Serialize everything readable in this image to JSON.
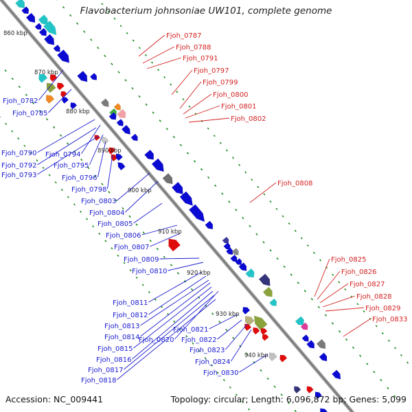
{
  "title": "Flavobacterium johnsoniae UW101, complete genome",
  "footer": {
    "accession": "Accession: NC_009441",
    "info": "Topology: circular; Length: 6,096,872 bp; Genes: 5,099"
  },
  "colors": {
    "backbone": "#8c8c8c",
    "forward": "#0a0ad2",
    "reverse_left": "#0a0ad2",
    "right_strand": "#e00b0b",
    "tick": "#1a8a1a",
    "left_label": "#1a1ad0",
    "right_label": "#d42020",
    "scale_text": "#222222"
  },
  "scale_labels": [
    "860 kbp",
    "870 kbp",
    "880 kbp",
    "890 kbp",
    "900 kbp",
    "910 kbp",
    "920 kbp",
    "930 kbp",
    "940 kbp"
  ],
  "right_labels": [
    "Fjoh_0787",
    "Fjoh_0788",
    "Fjoh_0791",
    "Fjoh_0797",
    "Fjoh_0799",
    "Fjoh_0800",
    "Fjoh_0801",
    "Fjoh_0802",
    "Fjoh_0808",
    "Fjoh_0825",
    "Fjoh_0826",
    "Fjoh_0827",
    "Fjoh_0828",
    "Fjoh_0829",
    "Fjoh_0833"
  ],
  "left_labels": [
    "Fjoh_0782",
    "Fjoh_0785",
    "Fjoh_0790",
    "Fjoh_0794",
    "Fjoh_0792",
    "Fjoh_0795",
    "Fjoh_0793",
    "Fjoh_0796",
    "Fjoh_0798",
    "Fjoh_0803",
    "Fjoh_0804",
    "Fjoh_0805",
    "Fjoh_0806",
    "Fjoh_0807",
    "Fjoh_0809",
    "Fjoh_0810",
    "Fjoh_0811",
    "Fjoh_0812",
    "Fjoh_0813",
    "Fjoh_0814",
    "Fjoh_0820",
    "Fjoh_0821",
    "Fjoh_0822",
    "Fjoh_0815",
    "Fjoh_0823",
    "Fjoh_0816",
    "Fjoh_0824",
    "Fjoh_0817",
    "Fjoh_0830",
    "Fjoh_0818"
  ]
}
